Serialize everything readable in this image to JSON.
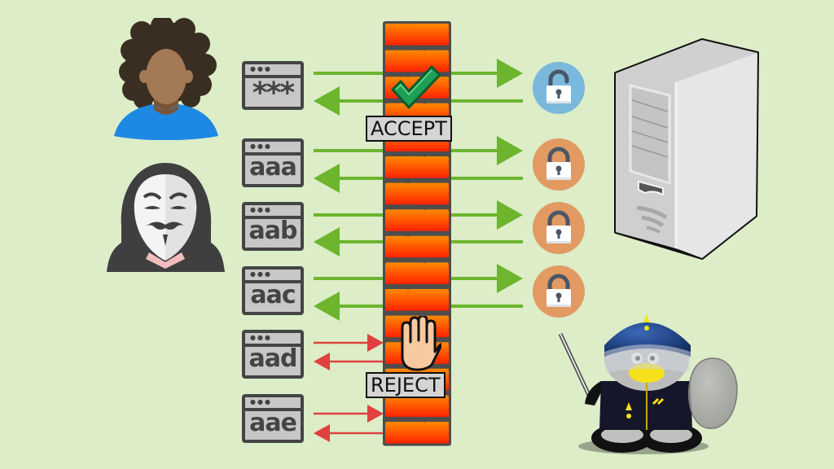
{
  "title": "Firewall brute-force blocking diagram",
  "colors": {
    "background": "#dcedc8",
    "allowed_arrow": "#6cb52d",
    "blocked_arrow": "#e0403f",
    "brick_top": "#ff8a00",
    "brick_bottom": "#ff2a00",
    "mortar": "#4d4d4d",
    "lock_unlocked": "#7ab8dc",
    "lock_locked": "#e29a62",
    "user_shirt": "#1e88e5",
    "label_bg": "#d4d4d4"
  },
  "actors": {
    "legit_user": {
      "icon": "user-avatar-icon",
      "description": "legitimate user"
    },
    "attacker": {
      "icon": "anonymous-hacker-icon",
      "description": "attacker in Guy Fawkes mask"
    },
    "server": {
      "icon": "server-tower-icon"
    },
    "guard": {
      "icon": "police-tux-penguin-icon",
      "description": "riot police penguin with baton and shield"
    }
  },
  "attempts": [
    {
      "text": "***",
      "actor": "legit_user",
      "result": "accepted",
      "lock": "unlocked"
    },
    {
      "text": "aaa",
      "actor": "attacker",
      "result": "accepted",
      "lock": "locked"
    },
    {
      "text": "aab",
      "actor": "attacker",
      "result": "accepted",
      "lock": "locked"
    },
    {
      "text": "aac",
      "actor": "attacker",
      "result": "accepted",
      "lock": "locked"
    },
    {
      "text": "aad",
      "actor": "attacker",
      "result": "rejected",
      "lock": null
    },
    {
      "text": "aae",
      "actor": "attacker",
      "result": "rejected",
      "lock": null
    }
  ],
  "labels": {
    "accept": "ACCEPT",
    "reject": "REJECT"
  },
  "icons": {
    "accept": "green-checkmark-icon",
    "reject": "stop-hand-icon",
    "firewall": "brick-wall-icon"
  }
}
